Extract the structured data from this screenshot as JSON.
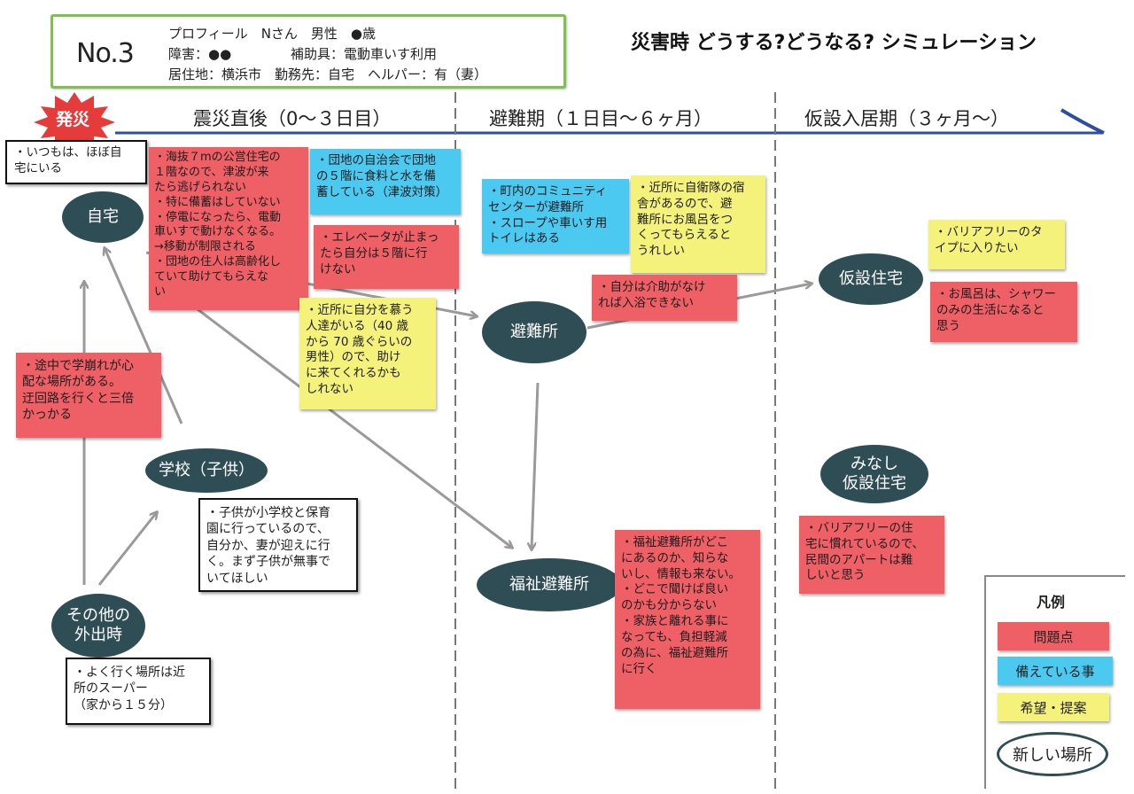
{
  "profile": {
    "number": "No.3",
    "line1": "プロフィール　Nさん　男性　●歳",
    "line2a": "障害：●●",
    "line2b": "補助具：電動車いす利用",
    "line3": "居住地：横浜市　勤務先：自宅　ヘルパー：有（妻）"
  },
  "title": "災害時 どうする?どうなる? シミュレーション",
  "start_label": "発災",
  "phases": [
    "震災直後（0～３日目）",
    "避難期（１日目～６ヶ月）",
    "仮設入居期（３ヶ月～）"
  ],
  "nodes": {
    "home": "自宅",
    "shelter": "避難所",
    "temp_housing": "仮設住宅",
    "school": "学校（子供）",
    "deemed_temp_line1": "みなし",
    "deemed_temp_line2": "仮設住宅",
    "welfare_shelter": "福祉避難所",
    "outing_line1": "その他の",
    "outing_line2": "外出時"
  },
  "notes": {
    "home_usual": [
      "・いつもは、ほぼ自",
      "宅にいる"
    ],
    "home_problems": [
      "・海抜７mの公営住宅の",
      "１階なので、津波が来",
      "たら逃げられない",
      "・特に備蓄はしていない",
      "・停電になったら、電動",
      "車いすで動けなくなる。",
      "→移動が制限される",
      "・団地の住人は高齢化し",
      "ていて助けてもらえな",
      "い"
    ],
    "home_prepared": [
      "・団地の自治会で団地",
      "の５階に食料と水を備",
      "蓄している（津波対策）"
    ],
    "elevator": [
      "・エレベータが止まっ",
      "たら自分は５階に行",
      "けない"
    ],
    "neighbors": [
      "・近所に自分を慕う",
      "人達がいる（40 歳",
      "から 70 歳ぐらいの",
      "男性）ので、助け",
      "に来てくれるかも",
      "しれない"
    ],
    "detour": [
      "・途中で学崩れが心",
      "配な場所がある。",
      "迂回路を行くと三倍",
      "かっかる"
    ],
    "school_kids": [
      "・子供が小学校と保育",
      "園に行っているので、",
      "自分か、妻が迎えに行",
      "く。まず子供が無事で",
      "いてほしい"
    ],
    "supermarket": [
      "・よく行く場所は近",
      "所のスーパー",
      "（家から１５分）"
    ],
    "community_center": [
      "・町内のコミュニティ",
      "センターが避難所",
      "・スロープや車いす用",
      "トイレはある"
    ],
    "sdf_bath": [
      "・近所に自衛隊の宿",
      "舎があるので、避",
      "難所にお風呂をつ",
      "くってもらえると",
      "うれしい"
    ],
    "bath_help": [
      "・自分は介助がなけ",
      "れば入浴できない"
    ],
    "welfare_info": [
      "・福祉避難所がどこ",
      "にあるのか、知らな",
      "いし、情報も来ない。",
      "・どこで聞けば良い",
      "のかも分からない",
      "・家族と離れる事に",
      "なっても、負担軽減",
      "の為に、福祉避難所",
      "に行く"
    ],
    "barrier_free_want": [
      "・バリアフリーのタ",
      "イプに入りたい"
    ],
    "shower_only": [
      "・お風呂は、シャワー",
      "のみの生活になると",
      "思う"
    ],
    "private_apartment": [
      "・バリアフリーの住",
      "宅に慣れているので、",
      "民間のアパートは難",
      "しいと思う"
    ]
  },
  "legend": {
    "title": "凡例",
    "problem": "問題点",
    "prepared": "備えている事",
    "wish": "希望・提案",
    "new_place": "新しい場所"
  },
  "colors": {
    "problem_red": "#ee5f66",
    "prepared_blue": "#4cc9f0",
    "wish_yellow": "#f4f27a",
    "node_teal": "#2f4d55",
    "profile_border_green": "#7dc24a",
    "start_burst_red": "#e63b3b",
    "timeline_blue": "#2c4fa0"
  }
}
